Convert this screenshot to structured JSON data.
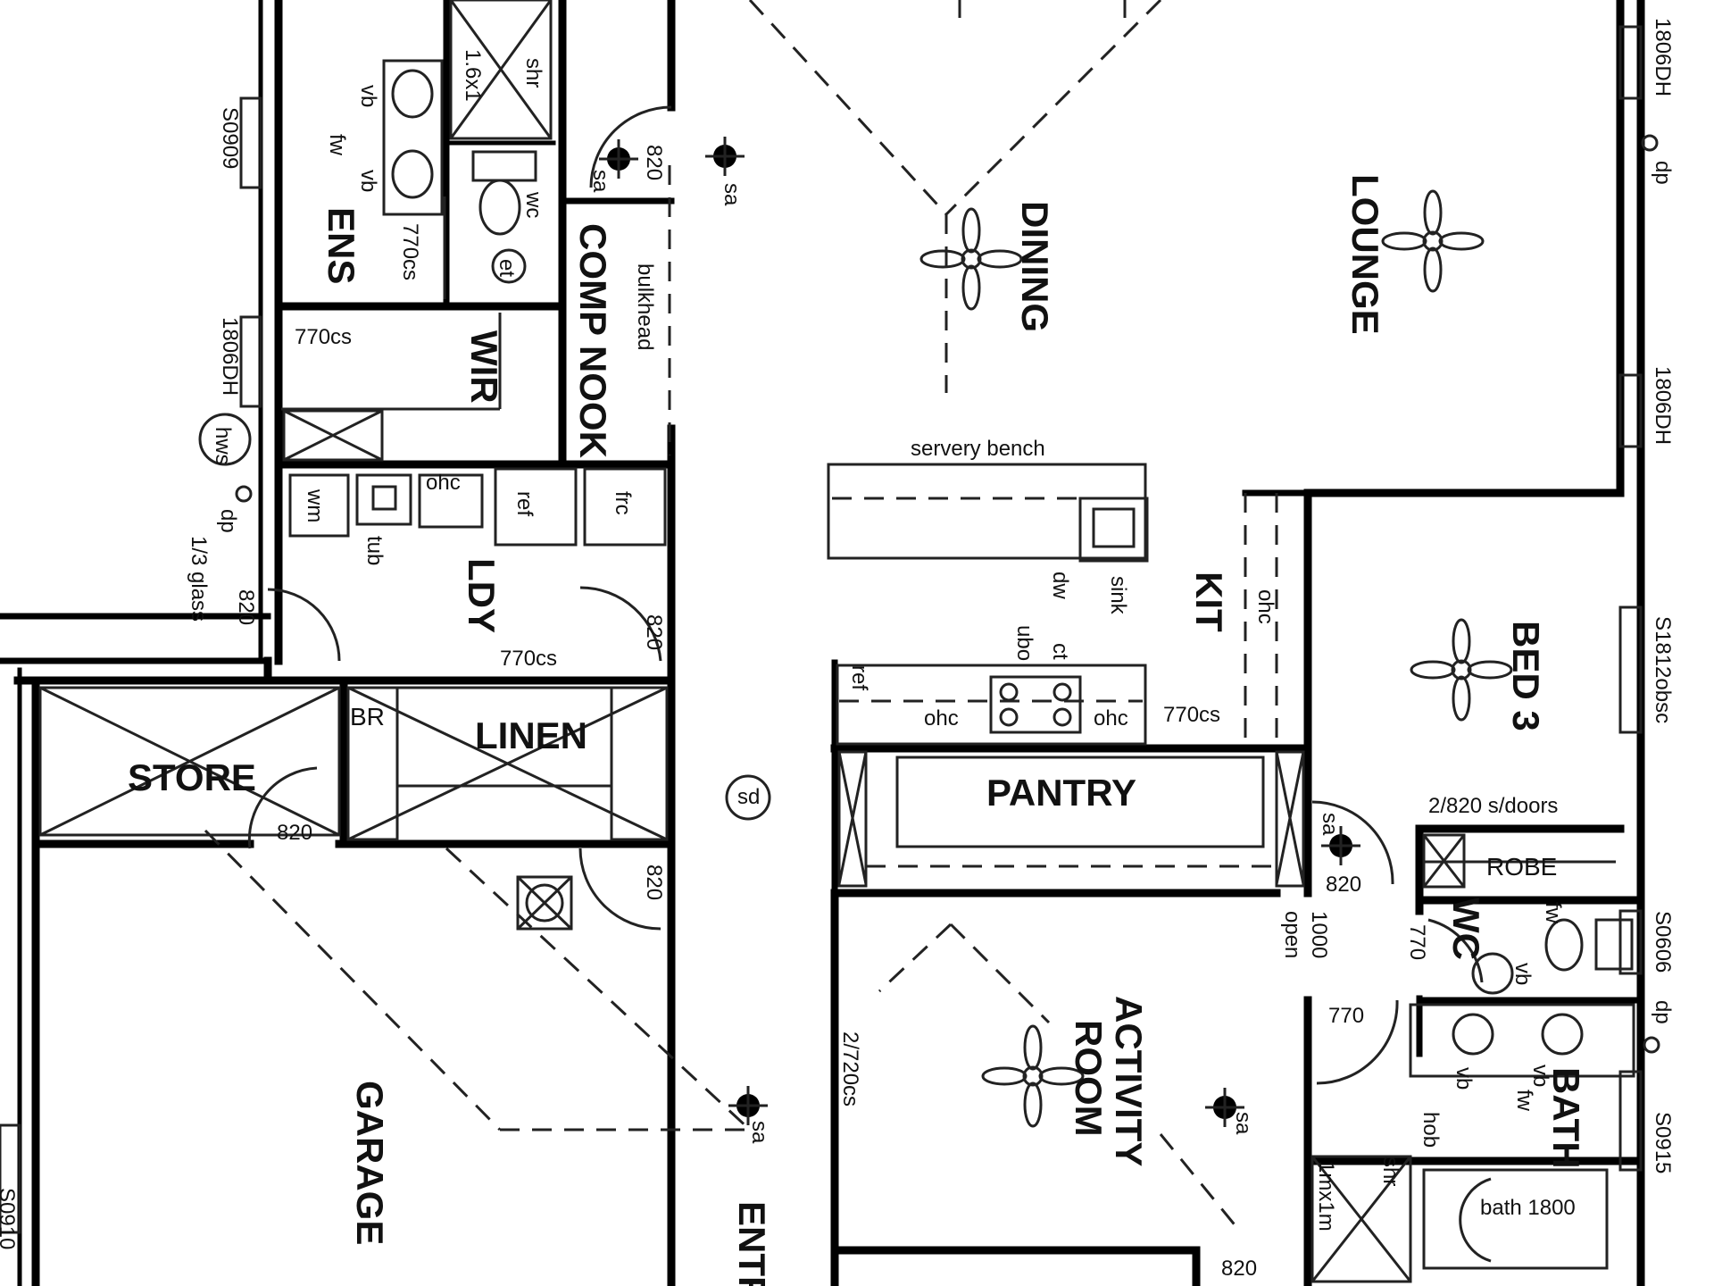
{
  "rooms": {
    "ens": "ENS",
    "wir": "WIR",
    "comp_nook": "COMP NOOK",
    "dining": "DINING",
    "lounge": "LOUNGE",
    "ldy": "LDY",
    "kit": "KIT",
    "bed3": "BED 3",
    "linen": "LINEN",
    "store": "STORE",
    "pantry": "PANTRY",
    "robe": "ROBE",
    "wc": "WC",
    "activity_line1": "ACTIVITY",
    "activity_line2": "ROOM",
    "bath": "BATH",
    "garage": "GARAGE",
    "entry": "ENTR",
    "br": "BR"
  },
  "labels": {
    "shr_top": "shr",
    "shr_size_top": "1.6x1",
    "vb1": "vb",
    "vb2": "vb",
    "fw1": "fw",
    "wc_fix": "wc",
    "et": "et",
    "cs770_ens": "770cs",
    "cs770_wir": "770cs",
    "dim_820_sa": "820",
    "sa1": "sa",
    "sa2": "sa",
    "bulkhead": "bulkhead",
    "w_top_left": "S0909",
    "w_1806dh_left": "1806DH",
    "hws": "hws",
    "dp_left": "dp",
    "glass": "1/3 glass",
    "dim_820_ldy": "820",
    "wm": "wm",
    "trough": "tub",
    "ohc_ldy": "ohc",
    "ref_ldy": "ref",
    "frc": "frc",
    "dim_820_ldy_door": "820",
    "cs770_ldy": "770cs",
    "servery": "servery bench",
    "sink": "sink",
    "dw": "dw",
    "ct": "ct",
    "ubo": "ubo",
    "ref_kit": "ref",
    "ohc1": "ohc",
    "ohc2": "ohc",
    "ohc3": "ohc",
    "cs770_kit": "770cs",
    "w_1806dh_top": "1806DH",
    "dp_right": "dp",
    "w_1806dh_right": "1806DH",
    "w_s1812": "S1812obsc",
    "doors": "2/820 s/doors",
    "sa3": "sa",
    "dim_820_robe": "820",
    "open_dim": "1000",
    "open_txt": "open",
    "dim_770_wc": "770",
    "fw2": "fw",
    "vb3": "vb",
    "w_s0606": "S0606",
    "dp_right2": "dp",
    "dim_770_bath": "770",
    "vb4": "vb",
    "vb5": "vb",
    "fw3": "fw",
    "hob": "hob",
    "w_s0915": "S0915",
    "shr_bath": "shr",
    "shr_bath_size": "1mx1m",
    "bath1800": "bath 1800",
    "dim_820_store": "820",
    "dim_820_garage": "820",
    "sd": "sd",
    "cs2720": "2/720cs",
    "sa4": "sa",
    "sa5": "sa",
    "dim_820_bottom": "820",
    "w_bottom_left": "S0910"
  }
}
